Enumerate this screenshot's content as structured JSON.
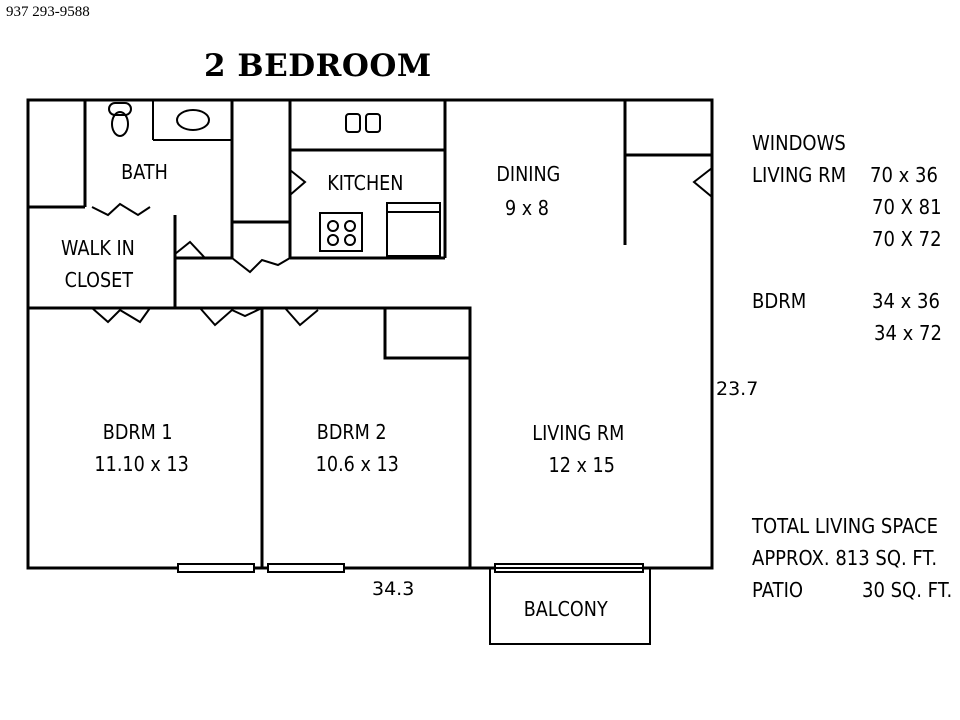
{
  "header": {
    "phone": "937 293-9588",
    "title": "2 BEDROOM"
  },
  "rooms": {
    "bath": "BATH",
    "kitchen": "KITCHEN",
    "dining_name": "DINING",
    "dining_size": "9 x  8",
    "closet_line1": "WALK IN",
    "closet_line2": "CLOSET",
    "bdrm1_name": "BDRM 1",
    "bdrm1_size": "11.10 x 13",
    "bdrm2_name": "BDRM 2",
    "bdrm2_size": "10.6 x 13",
    "living_name": "LIVING RM",
    "living_size": "12 x 15",
    "balcony": "BALCONY"
  },
  "dimensions": {
    "width": "34.3",
    "depth": "23.7"
  },
  "windows": {
    "heading": "WINDOWS",
    "living_label": "LIVING RM",
    "living_sizes": [
      "70 x 36",
      "70 X 81",
      "70 X 72"
    ],
    "bdrm_label": "BDRM",
    "bdrm_sizes": [
      "34 x 36",
      "34 x 72"
    ]
  },
  "totals": {
    "line1": "TOTAL LIVING SPACE",
    "line2": "APPROX. 813 SQ. FT.",
    "patio_label": "PATIO",
    "patio_value": "30 SQ. FT."
  }
}
